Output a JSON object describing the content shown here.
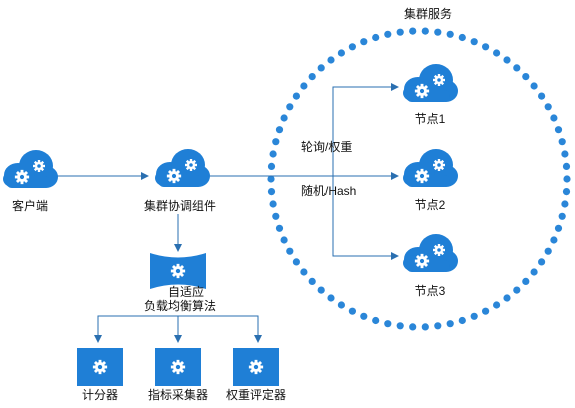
{
  "cluster": {
    "title": "集群服务"
  },
  "client": {
    "label": "客户端"
  },
  "coordinator": {
    "label": "集群协调组件"
  },
  "adaptive": {
    "line1": "自适应",
    "line2": "负载均衡算法"
  },
  "strategies": {
    "polling_weight": "轮询/权重",
    "random_hash": "随机/Hash"
  },
  "nodes": [
    {
      "label": "节点1"
    },
    {
      "label": "节点2"
    },
    {
      "label": "节点3"
    }
  ],
  "components": [
    {
      "label": "计分器"
    },
    {
      "label": "指标采集器"
    },
    {
      "label": "权重评定器"
    }
  ],
  "colors": {
    "accent": "#1f7fd6",
    "ring": "#2a86d8",
    "connector": "#2a6fb0"
  },
  "icons": {
    "cloud": "cloud-gear-icon",
    "box": "gear-box-icon",
    "adaptive": "adaptive-gear-icon"
  }
}
